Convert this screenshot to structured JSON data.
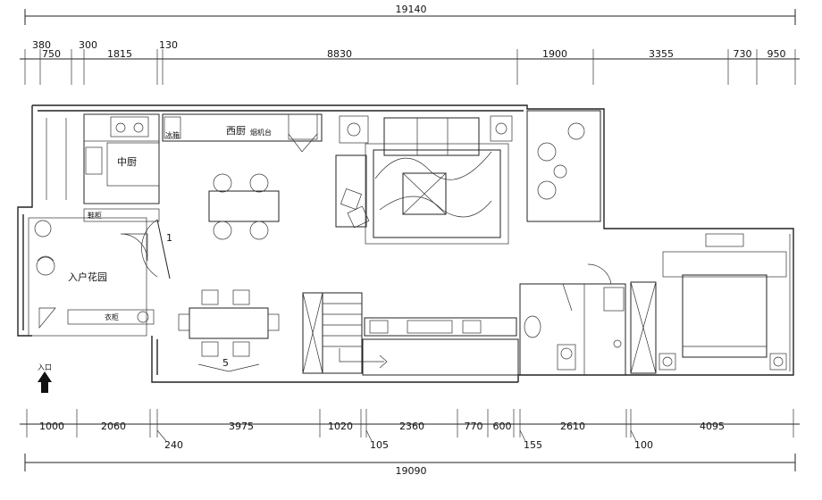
{
  "dimensions": {
    "top_total": "19140",
    "top_segments": [
      "380",
      "750",
      "300",
      "1815",
      "130",
      "8830",
      "1900",
      "3355",
      "730",
      "950"
    ],
    "bottom_segments": [
      "1000",
      "2060",
      "3975",
      "1020",
      "2360",
      "770",
      "600",
      "2610",
      "4095"
    ],
    "bottom_offsets": [
      "240",
      "105",
      "155",
      "100"
    ],
    "bottom_total": "19090"
  },
  "rooms": {
    "chinese_kitchen": "中厨",
    "western_kitchen": "西厨",
    "appliance_label": "烟机台",
    "fridge": "冰箱",
    "entry_garden": "入户花园",
    "shoe_cabinet": "鞋柜",
    "coat_cabinet": "衣柜",
    "door_number": "1",
    "stair_label": "5"
  },
  "entrance": {
    "label": "入口"
  }
}
